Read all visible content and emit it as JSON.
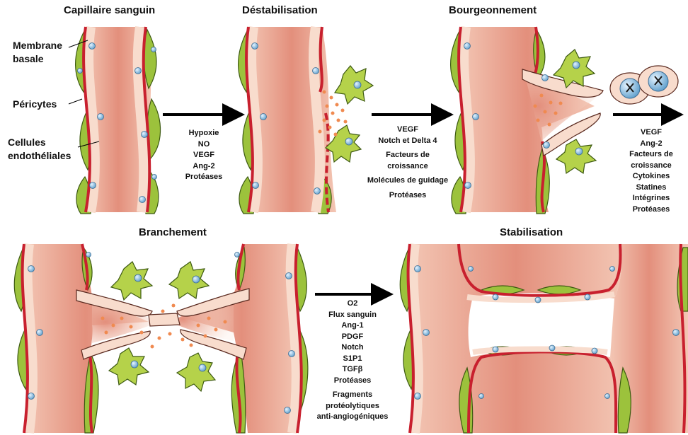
{
  "titles": {
    "capillary": "Capillaire sanguin",
    "destabilization": "Déstabilisation",
    "budding": "Bourgeonnement",
    "branching": "Branchement",
    "stabilization": "Stabilisation"
  },
  "labels": {
    "basement_membrane": [
      "Membrane",
      "basale"
    ],
    "pericytes": "Péricytes",
    "endothelial_cells": [
      "Cellules",
      "endothéliales"
    ]
  },
  "factors": {
    "step1": [
      "Hypoxie",
      "NO",
      "VEGF",
      "Ang-2",
      "Protéases"
    ],
    "step2": [
      "VEGF",
      "Notch et Delta 4",
      "Facteurs de",
      "croissance",
      "Molécules de guidage",
      "Protéases"
    ],
    "step3": [
      "VEGF",
      "Ang-2",
      "Facteurs de",
      "croissance",
      "Cytokines",
      "Statines",
      "Intégrines",
      "Protéases"
    ],
    "step4a": [
      "O2",
      "Flux sanguin",
      "Ang-1",
      "PDGF",
      "Notch",
      "S1P1",
      "TGFβ",
      "Protéases"
    ],
    "step4b": [
      "Fragments",
      "protéolytiques",
      "anti-angiogéniques"
    ]
  },
  "colors": {
    "vessel_lumen": "#e9a08e",
    "endothelial": "#f8dccd",
    "basement_membrane": "#c8202e",
    "pericyte": "#9cc23c",
    "nucleus": "#8fc4e4",
    "macrophage": "#b5d24a",
    "protease_dots": "#f08a50"
  }
}
